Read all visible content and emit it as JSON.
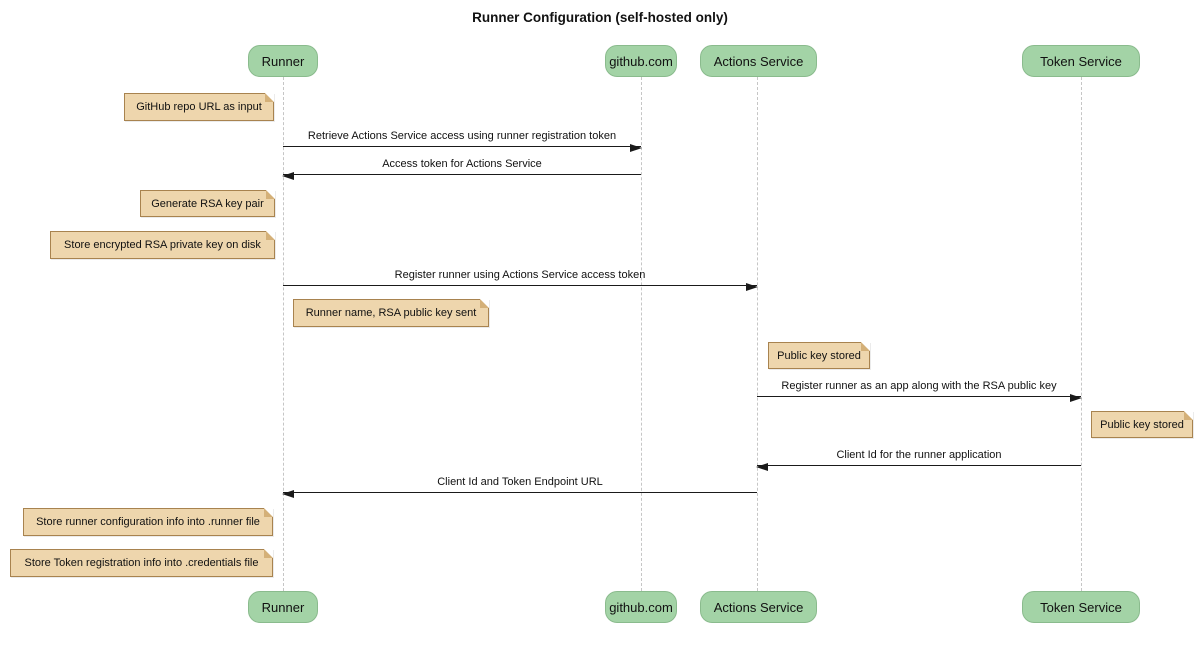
{
  "title": "Runner Configuration (self-hosted only)",
  "diagram": {
    "type": "sequence",
    "participants": [
      {
        "label": "Runner"
      },
      {
        "label": "github.com"
      },
      {
        "label": "Actions Service"
      },
      {
        "label": "Token Service"
      }
    ],
    "messages": [
      {
        "from": "Runner",
        "to": "github.com",
        "direction": "right",
        "text": "Retrieve Actions Service access using runner registration token"
      },
      {
        "from": "github.com",
        "to": "Runner",
        "direction": "left",
        "text": "Access token for Actions Service"
      },
      {
        "from": "Runner",
        "to": "Actions Service",
        "direction": "right",
        "text": "Register runner using Actions Service access token"
      },
      {
        "from": "Actions Service",
        "to": "Token Service",
        "direction": "right",
        "text": "Register runner as an app along with the RSA public key"
      },
      {
        "from": "Token Service",
        "to": "Actions Service",
        "direction": "left",
        "text": "Client Id for the runner application"
      },
      {
        "from": "Actions Service",
        "to": "Runner",
        "direction": "left",
        "text": "Client Id and Token Endpoint URL"
      }
    ],
    "notes": [
      {
        "anchor": "left of Runner",
        "text": "GitHub repo URL as input"
      },
      {
        "anchor": "left of Runner",
        "text": "Generate RSA key pair"
      },
      {
        "anchor": "left of Runner",
        "text": "Store encrypted RSA private key on disk"
      },
      {
        "anchor": "right of Runner",
        "text": "Runner name, RSA public key sent"
      },
      {
        "anchor": "right of Actions Service",
        "text": "Public key stored"
      },
      {
        "anchor": "right of Token Service",
        "text": "Public key stored"
      },
      {
        "anchor": "left of Runner",
        "text": "Store runner configuration info into .runner file"
      },
      {
        "anchor": "left of Runner",
        "text": "Store Token registration info into .credentials file"
      }
    ],
    "colors": {
      "participant_fill": "#a3d3a6",
      "participant_border": "#8abb8d",
      "note_fill": "#eed6ad",
      "note_border": "#a8834f",
      "lifeline": "#c6c6c6",
      "message_line": "#1a1a1a",
      "background": "#ffffff"
    }
  }
}
